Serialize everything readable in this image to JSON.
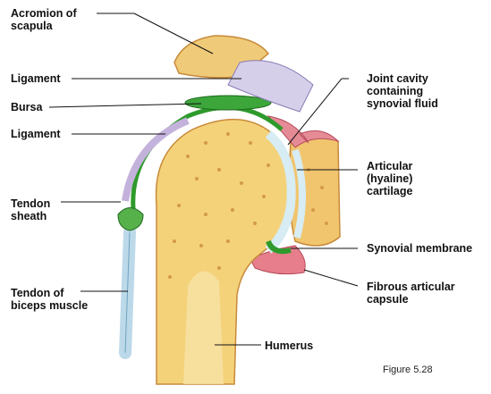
{
  "labels": {
    "acromion": "Acromion of\nscapula",
    "ligament_top": "Ligament",
    "bursa": "Bursa",
    "ligament_lower": "Ligament",
    "tendon_sheath": "Tendon\nsheath",
    "tendon_biceps": "Tendon of\nbiceps muscle",
    "joint_cavity": "Joint cavity\ncontaining\nsynovial fluid",
    "articular_cartilage": "Articular\n(hyaline)\ncartilage",
    "synovial_membrane": "Synovial membrane",
    "fibrous_capsule": "Fibrous articular\ncapsule",
    "humerus": "Humerus"
  },
  "caption": "Figure 5.28",
  "colors": {
    "bone": "#f4d27a",
    "bone_spot": "#d39a45",
    "cartilage": "#cfe6ef",
    "synovial": "#2e9a2c",
    "capsule": "#d45a6a",
    "tendon": "#b9d8e8",
    "ligament": "#c7b7dc"
  }
}
